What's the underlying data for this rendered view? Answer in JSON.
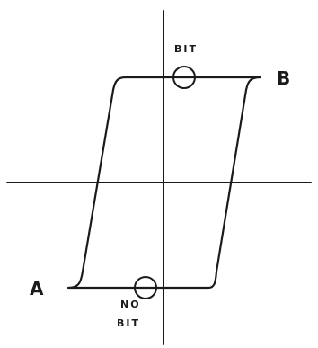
{
  "labels": {
    "point_b": "B",
    "point_a": "A",
    "bit_top": "BIT",
    "no_bit_line1": "NO",
    "no_bit_line2": "BIT"
  }
}
